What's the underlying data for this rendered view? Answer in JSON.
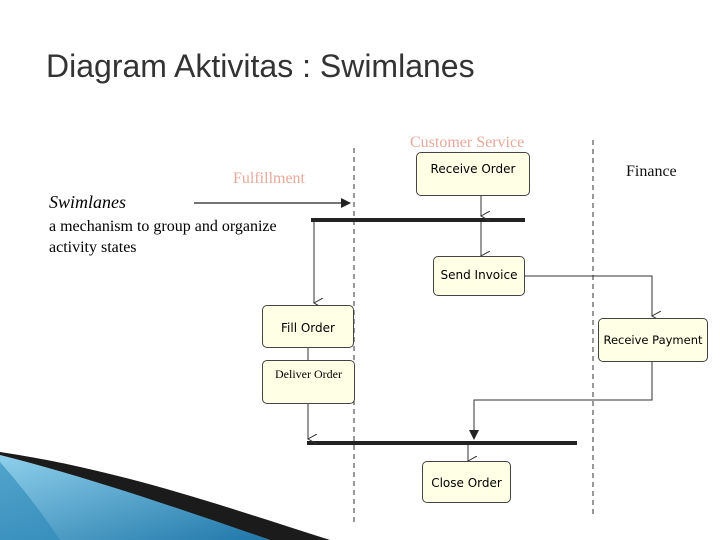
{
  "title": "Diagram Aktivitas : Swimlanes",
  "lanes": {
    "customer_service": "Customer Service",
    "fulfillment": "Fulfillment",
    "finance": "Finance"
  },
  "note": {
    "title": "Swimlanes",
    "text": "a mechanism to group and organize activity states"
  },
  "states": {
    "receive_order": "Receive Order",
    "send_invoice": "Send Invoice",
    "fill_order": "Fill Order",
    "receive_payment": "Receive Payment",
    "deliver_order": "Deliver Order",
    "close_order": "Close Order"
  },
  "colors": {
    "state_fill": "#ffffe6",
    "faint_label": "#e6a99a",
    "decor_blue": "#4aa6cf"
  }
}
